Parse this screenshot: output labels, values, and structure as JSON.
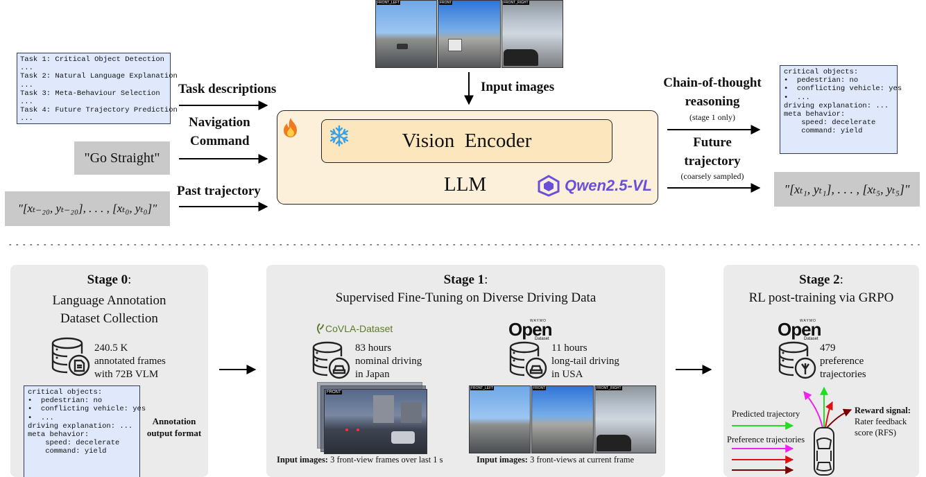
{
  "top": {
    "task_box": {
      "lines": [
        "Task 1: Critical Object Detection",
        "...",
        "Task 2: Natural Language Explanation",
        "...",
        "Task 3: Meta-Behaviour Selection",
        "...",
        "Task 4: Future Trajectory Prediction",
        "..."
      ]
    },
    "labels": {
      "task_descriptions": "Task descriptions",
      "navigation": "Navigation",
      "command": "Command",
      "past_trajectory": "Past trajectory",
      "input_images": "Input images",
      "cot_line1": "Chain-of-thought",
      "cot_line2": "reasoning",
      "cot_note": "(stage 1 only)",
      "future_line1": "Future",
      "future_line2": "trajectory",
      "future_note": "(coarsely sampled)"
    },
    "go_straight": "\"Go Straight\"",
    "past_traj_text": "\"[xₜ₋₂₀, yₜ₋₂₀], . . . , [xₜ₀, yₜ₀]\"",
    "future_traj_text": "\"[xₜ₁, yₜ₁], . . . , [xₜ₅, yₜ₅]\"",
    "camera_labels": [
      "FRONT_LEFT",
      "FRONT",
      "FRONT_RIGHT"
    ],
    "model": {
      "vision_encoder": "Vision  Encoder",
      "llm": "LLM",
      "qwen_logo": "Qwen2.5-VL"
    },
    "output_box": {
      "lines": [
        "critical objects:",
        "•  pedestrian: no",
        "•  conflicting vehicle: yes",
        "•  ...",
        "",
        "driving explanation: ...",
        "",
        "meta behavior:",
        "    speed: decelerate",
        "    command: yield"
      ]
    }
  },
  "stage0": {
    "title_bold": "Stage 0",
    "title_rest": ":",
    "subtitle_line1": "Language Annotation",
    "subtitle_line2": "Dataset Collection",
    "db_line1": "240.5 K",
    "db_line2": "annotated frames",
    "db_line3": "with 72B VLM",
    "annotation_box": {
      "lines": [
        "critical objects:",
        "•  pedestrian: no",
        "•  conflicting vehicle: yes",
        "•  ...",
        "",
        "driving explanation: ...",
        "",
        "meta behavior:",
        "    speed: decelerate",
        "    command: yield"
      ]
    },
    "annotation_label_line1": "Annotation",
    "annotation_label_line2": "output format"
  },
  "stage1": {
    "title_bold": "Stage 1",
    "title_rest": ":",
    "subtitle": "Supervised Fine-Tuning on Diverse Driving Data",
    "covla_logo": "CoVLA-Dataset",
    "covla_line1": "83 hours",
    "covla_line2": "nominal driving",
    "covla_line3": "in Japan",
    "waymo_small": "WAYMO",
    "waymo_open": "Open",
    "waymo_dataset": "Dataset",
    "waymo_line1": "11 hours",
    "waymo_line2": "long-tail driving",
    "waymo_line3": "in USA",
    "front_label": "FRONT",
    "caption_left_bold": "Input images:",
    "caption_left_rest": " 3 front-view frames over last 1 s",
    "caption_right_bold": "Input images:",
    "caption_right_rest": " 3 front-views at current frame"
  },
  "stage2": {
    "title_bold": "Stage 2",
    "title_rest": ":",
    "subtitle": "RL post-training via GRPO",
    "waymo_small": "WAYMO",
    "waymo_open": "Open",
    "waymo_dataset": "Dataset",
    "db_line1": "479",
    "db_line2": "preference",
    "db_line3": "trajectories",
    "predicted": "Predicted trajectory",
    "preference": "Preference trajectories",
    "reward_bold": "Reward signal:",
    "reward_line2": "Rater feedback",
    "reward_line3": "score (RFS)"
  },
  "colors": {
    "task_box_bg": "#dfe9fb",
    "grey_box_bg": "#c9c9c9",
    "model_bg": "#fcf0db",
    "panel_bg": "#ebebeb",
    "qwen_purple": "#6a4fd8",
    "covla_green": "#5b7a2b",
    "pred_green": "#22dd22",
    "pref_magenta": "#ee22ee",
    "pref_red": "#dd1111",
    "pref_darkred": "#7a0000"
  }
}
